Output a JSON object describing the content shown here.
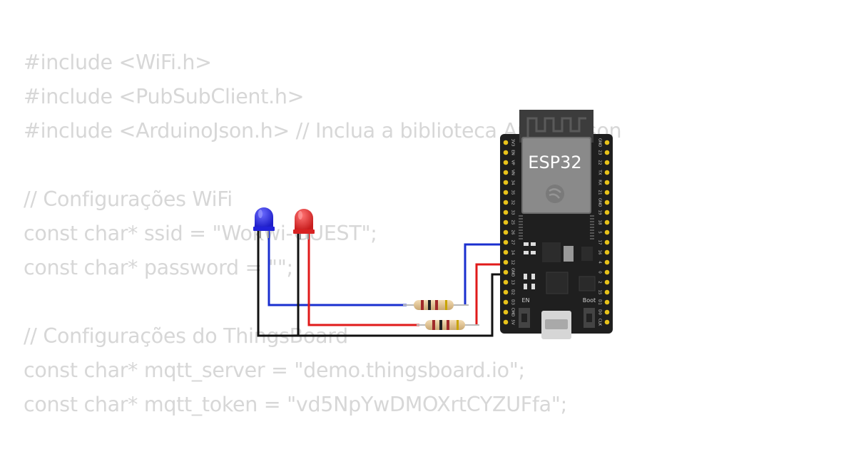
{
  "code_lines": [
    "#include <WiFi.h>",
    "#include <PubSubClient.h>",
    "#include <ArduinoJson.h> // Inclua a biblioteca ArduinoJson",
    "",
    "// Configurações WiFi",
    "const char* ssid = \"Wokwi-GUEST\";",
    "const char* password = \"\";",
    "",
    "// Configurações do ThingsBoard",
    "const char* mqtt_server = \"demo.thingsboard.io\";",
    "const char* mqtt_token = \"vd5NpYwDMOXrtCYZUFfa\";"
  ],
  "board": {
    "label": "ESP32",
    "left_pins": [
      "3V3",
      "EN",
      "VP",
      "VN",
      "34",
      "35",
      "32",
      "33",
      "25",
      "26",
      "27",
      "14",
      "12",
      "GND",
      "13",
      "D2",
      "D3",
      "CMD",
      "5V"
    ],
    "right_pins": [
      "GND",
      "23",
      "22",
      "TX",
      "RX",
      "21",
      "GND",
      "19",
      "18",
      "5",
      "17",
      "16",
      "4",
      "0",
      "2",
      "15",
      "D1",
      "D0",
      "CLK"
    ],
    "en_label": "EN",
    "boot_label": "Boot"
  },
  "colors": {
    "code_text": "#d7d7d7",
    "board": "#1f1f1f",
    "pin": "#e8c31a",
    "led_blue": "#2a2ae6",
    "led_red": "#e52a2a",
    "wire_blue": "#1a2fcf",
    "wire_red": "#e01a1a",
    "wire_black": "#111111"
  }
}
